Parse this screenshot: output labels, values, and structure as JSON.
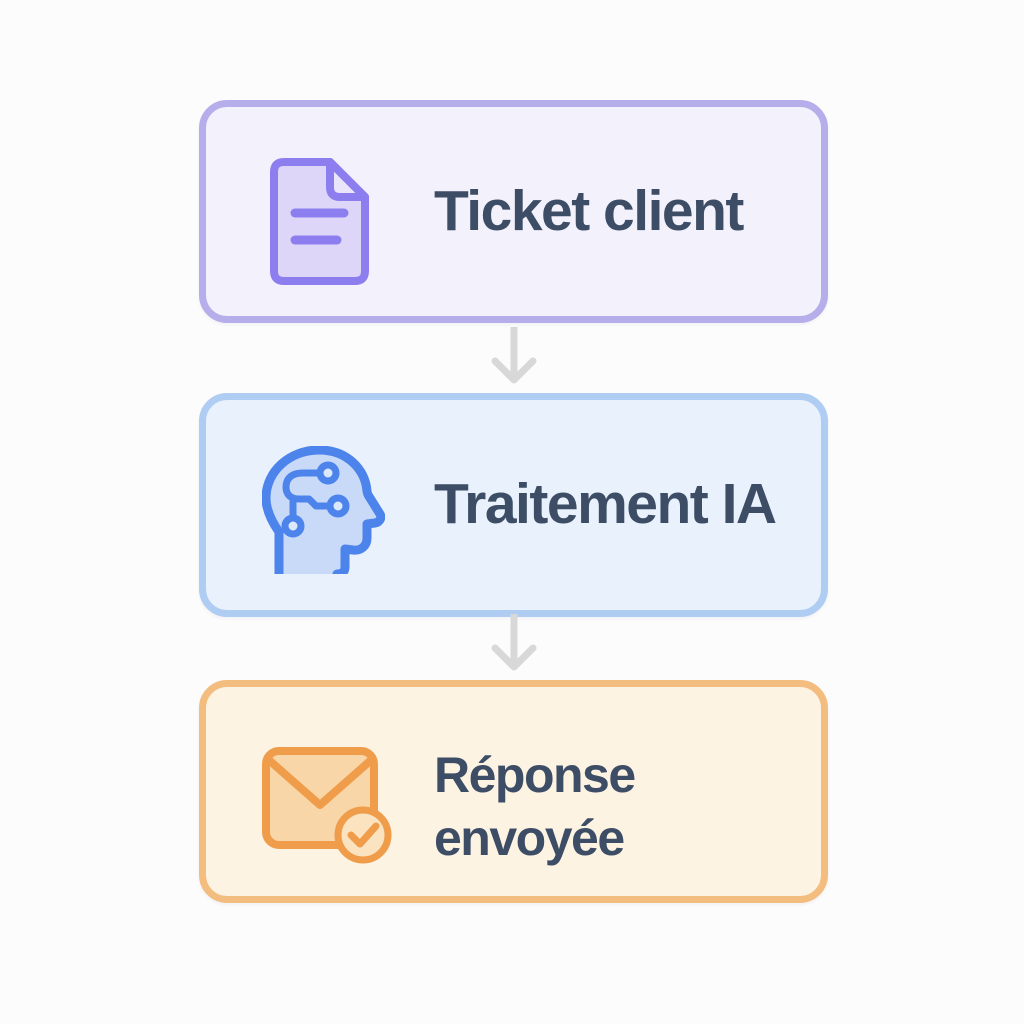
{
  "page": {
    "background": "#fcfcfc",
    "text_color": "#3d4d66",
    "arrow_color": "#d8d8d8"
  },
  "flow": {
    "type": "vertical-flowchart",
    "nodes": [
      {
        "id": "ticket",
        "label": "Ticket client",
        "icon": "document-icon",
        "fill": "#f3f1fc",
        "border": "#b5aeeb",
        "icon_stroke": "#8d7eef",
        "icon_fill": "#ddd6f8"
      },
      {
        "id": "traitement",
        "label": "Traitement IA",
        "icon": "ai-head-circuit-icon",
        "fill": "#e9f1fc",
        "border": "#afccf3",
        "icon_stroke": "#4c84ec",
        "icon_fill": "#c8daf8"
      },
      {
        "id": "reponse",
        "label": "Réponse\nenvoyée",
        "icon": "envelope-check-icon",
        "fill": "#fdf3e3",
        "border": "#f3bd80",
        "icon_stroke": "#ef9d4b",
        "icon_fill": "#f9d6a8"
      }
    ],
    "connectors": [
      {
        "from": "ticket",
        "to": "traitement",
        "style": "down-arrow"
      },
      {
        "from": "traitement",
        "to": "reponse",
        "style": "down-arrow"
      }
    ]
  }
}
